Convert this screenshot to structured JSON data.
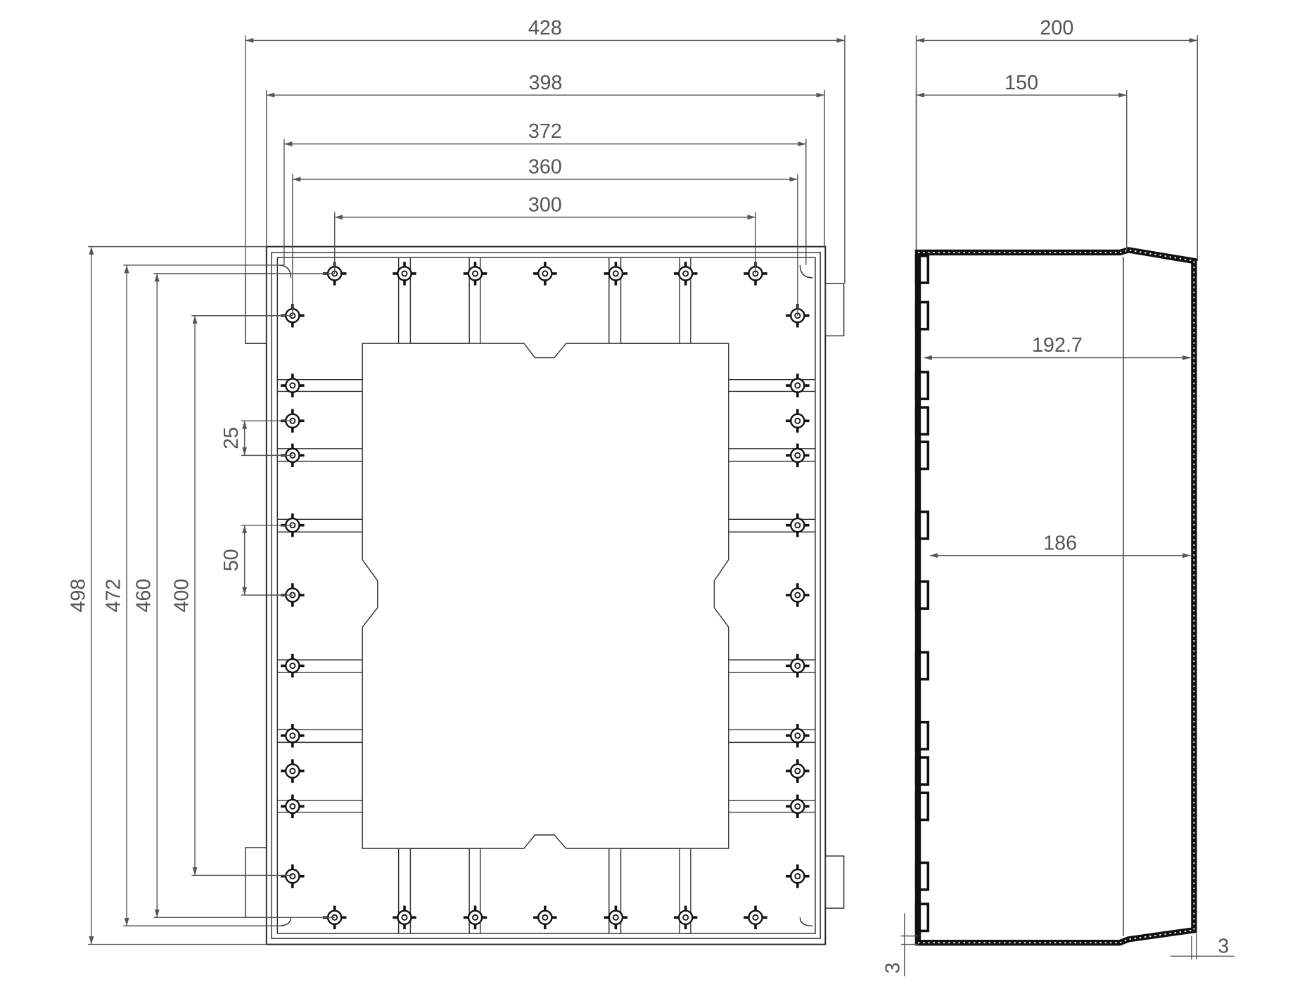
{
  "drawing": {
    "front_view": {
      "width_dims": [
        "428",
        "398",
        "372",
        "360",
        "300"
      ],
      "height_dims": [
        "498",
        "472",
        "460",
        "400"
      ],
      "pitch_dims": [
        "25",
        "50"
      ]
    },
    "side_view": {
      "depth_dims": [
        "200",
        "150",
        "192.7",
        "186"
      ],
      "wall_dims": [
        "3",
        "3"
      ]
    },
    "colors": {
      "line": "#222222",
      "dimension": "#555555"
    }
  }
}
